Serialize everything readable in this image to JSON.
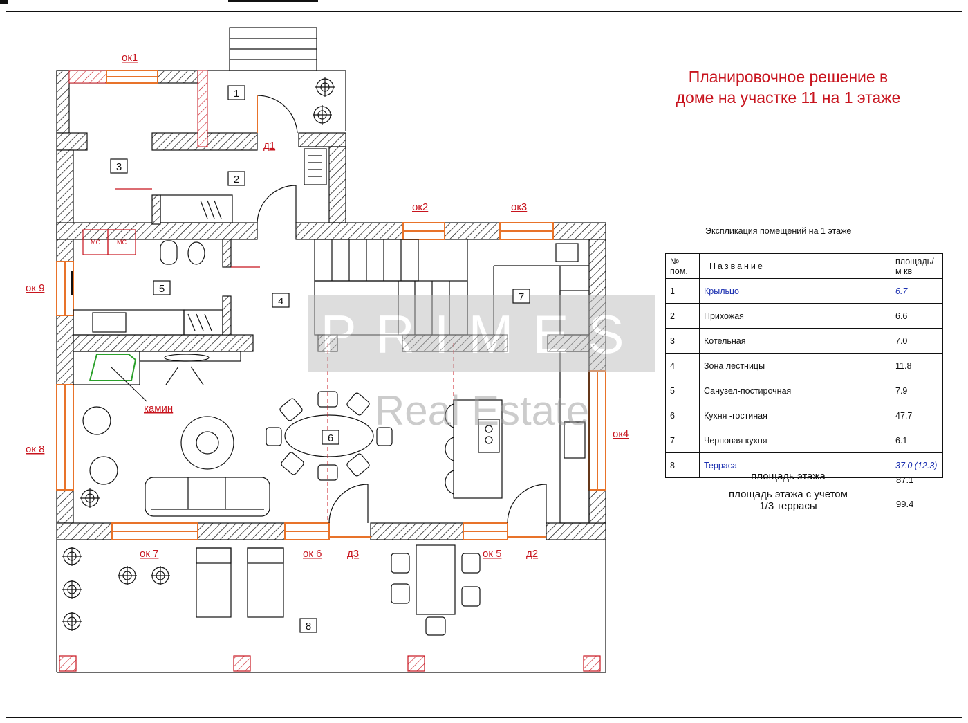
{
  "plan": {
    "title_line1": "Планировочное решение в",
    "title_line2": "доме на участке 11 на 1 этаже",
    "room_numbers": [
      "1",
      "2",
      "3",
      "4",
      "5",
      "6",
      "7",
      "8"
    ],
    "labels": {
      "ok1": "ок1",
      "ok2": "ок2",
      "ok3": "ок3",
      "ok4": "ок4",
      "ok5": "ок 5",
      "ok6": "ок 6",
      "ok7": "ок 7",
      "ok8": "ок 8",
      "ok9": "ок 9",
      "d1": "д1",
      "d2": "д2",
      "d3": "д3",
      "kamin": "камин",
      "mc1": "МС",
      "mc2": "МС"
    },
    "watermark_top": "PRIMES",
    "watermark_bottom": "Real Estate"
  },
  "explication": {
    "caption": "Экспликация  помещений на 1 этаже",
    "headers": {
      "num_line1": "№",
      "num_line2": "пом.",
      "name": "Название",
      "area_line1": "площадь/",
      "area_line2": "м кв"
    },
    "rows": [
      {
        "num": "1",
        "name": "Крыльцо",
        "area": "6.7"
      },
      {
        "num": "2",
        "name": "Прихожая",
        "area": "6.6"
      },
      {
        "num": "3",
        "name": "Котельная",
        "area": "7.0"
      },
      {
        "num": "4",
        "name": "Зона лестницы",
        "area": "11.8"
      },
      {
        "num": "5",
        "name": "Санузел-постирочная",
        "area": "7.9"
      },
      {
        "num": "6",
        "name": "Кухня -гостиная",
        "area": "47.7"
      },
      {
        "num": "7",
        "name": "Черновая кухня",
        "area": "6.1"
      },
      {
        "num": "8",
        "name": "Терраса",
        "area": "37.0 (12.3)"
      }
    ],
    "floor_area_label": "площадь этажа",
    "floor_area_value": "87.1",
    "floor_area_terrace_label_line1": "площадь этажа с учетом",
    "floor_area_terrace_label_line2": "1/3 террасы",
    "floor_area_terrace_value": "99.4"
  },
  "colors": {
    "title": "#c8141e",
    "blue_rows": "#1a2fb0",
    "window": "#e8732a",
    "label": "#c8141e"
  }
}
